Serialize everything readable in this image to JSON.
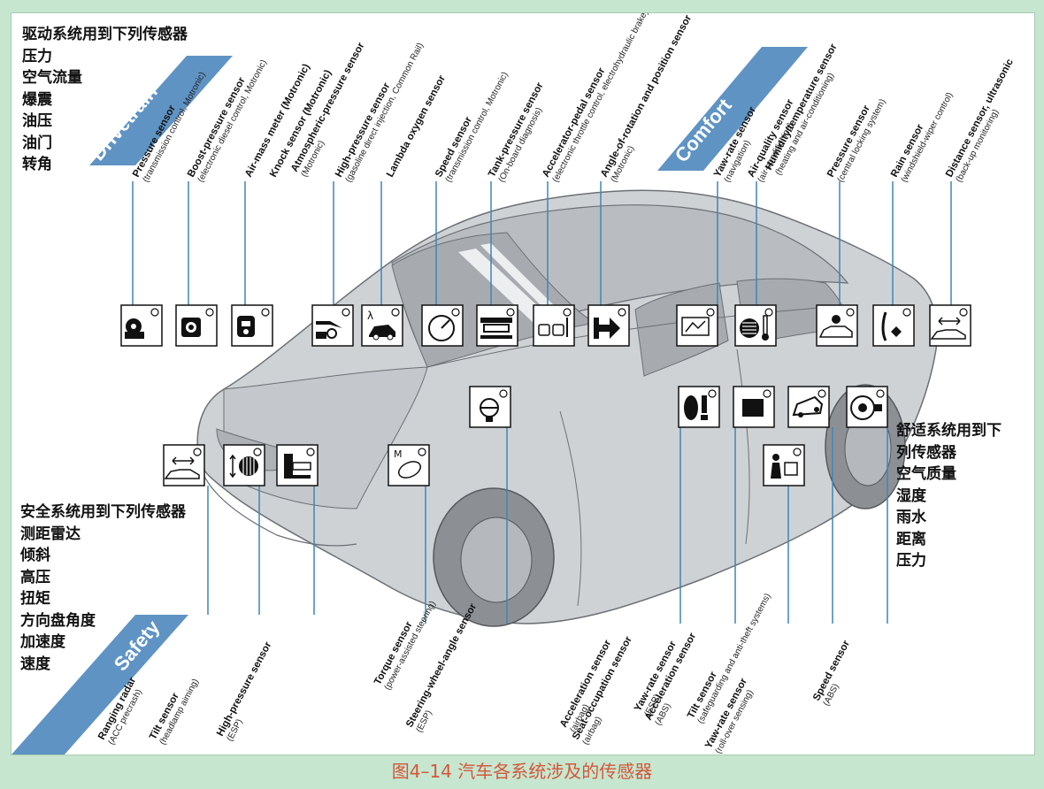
{
  "caption": "图4–14 汽车各系统涉及的传感器",
  "drivetrain": {
    "band_label": "Drivetrain",
    "list_title": "驱动系统用到下列传感器",
    "list_items": [
      "压力",
      "空气流量",
      "爆震",
      "油压",
      "油门",
      "转角"
    ],
    "sensors": [
      {
        "name": "Pressure sensor",
        "detail": "(transmission control, Motronic)",
        "icon": "gear-machinery-icon"
      },
      {
        "name": "Boost-pressure sensor",
        "detail": "(electronic diesel control, Motronic)",
        "icon": "engine-pressure-icon"
      },
      {
        "name": "Air-mass meter (Motronic)",
        "detail": "",
        "icon": "engine-airmass-icon"
      },
      {
        "name": "Knock sensor (Motronic)",
        "detail": "",
        "icon": "engine-knock-icon"
      },
      {
        "name": "Atmospheric-pressure sensor",
        "detail": "(Motronic)",
        "icon": "atmospheric-pressure-icon"
      },
      {
        "name": "High-pressure sensor",
        "detail": "(gasoline direct injection, Common Rail)",
        "icon": "fuel-injector-icon"
      },
      {
        "name": "Lambda oxygen sensor",
        "detail": "",
        "icon": "lambda-exhaust-icon"
      },
      {
        "name": "Speed sensor",
        "detail": "(transmission control, Motronic)",
        "icon": "speedometer-icon"
      },
      {
        "name": "Tank-pressure sensor",
        "detail": "(On-board diagnosis)",
        "icon": "fuel-tank-icon"
      },
      {
        "name": "Accelerator-pedal sensor",
        "detail": "(electronic throttle control, electrohydraulic brake)",
        "icon": "accelerator-pedal-icon"
      },
      {
        "name": "Angle-of-rotation and position sensor",
        "detail": "(Motronic)",
        "icon": "rotation-angle-icon"
      }
    ]
  },
  "comfort": {
    "band_label": "Comfort",
    "list_title_line1": "舒适系统用到下",
    "list_title_line2": "列传感器",
    "list_items": [
      "空气质量",
      "湿度",
      "雨水",
      "距离",
      "压力"
    ],
    "sensors": [
      {
        "name": "Yaw-rate sensor",
        "detail": "(navigation)",
        "icon": "navigation-icon"
      },
      {
        "name": "Air-quality sensor",
        "detail": "(air-conditioning)",
        "icon": "thermometer-icon"
      },
      {
        "name": "Humidity/temperature sensor",
        "detail": "(heating and air-conditioning)",
        "icon": "humidity-icon"
      },
      {
        "name": "Pressure sensor",
        "detail": "(central locking system)",
        "icon": "central-locking-icon"
      },
      {
        "name": "Rain sensor",
        "detail": "(windshield-wiper control)",
        "icon": "rain-icon"
      },
      {
        "name": "Distance sensor, ultrasonic",
        "detail": "(back-up monitoring)",
        "icon": "ultrasonic-distance-icon"
      }
    ]
  },
  "safety": {
    "band_label": "Safety",
    "list_title": "安全系统用到下列传感器",
    "list_items": [
      "测距雷达",
      "倾斜",
      "高压",
      "扭矩",
      "方向盘角度",
      "加速度",
      "速度"
    ],
    "sensors": [
      {
        "name": "Ranging radar",
        "detail": "(ACC precrash)",
        "icon": "ranging-radar-icon"
      },
      {
        "name": "Tilt sensor",
        "detail": "(headlamp aiming)",
        "icon": "headlamp-tilt-icon"
      },
      {
        "name": "High-pressure sensor",
        "detail": "(ESP)",
        "icon": "brake-pressure-icon"
      },
      {
        "name": "Torque sensor",
        "detail": "(power-assisted steering)",
        "icon": "torque-icon"
      },
      {
        "name": "Steering-wheel-angle sensor",
        "detail": "(ESP)",
        "icon": "steering-wheel-icon"
      },
      {
        "name": "Acceleration sensor",
        "detail": "(airbag)",
        "icon": "airbag-icon"
      },
      {
        "name": "Seat-occupation sensor",
        "detail": "(airbag)",
        "icon": "seat-occupation-icon"
      },
      {
        "name": "Yaw-rate sensor",
        "detail": "(ESP)",
        "icon": "yaw-rate-icon"
      },
      {
        "name": "Acceleration sensor",
        "detail": "(ABS)",
        "icon": "acceleration-icon"
      },
      {
        "name": "Tilt sensor",
        "detail": "(safeguarding and anti-theft systems)",
        "icon": "anti-theft-icon"
      },
      {
        "name": "Yaw-rate sensor",
        "detail": "(roll-over sensing)",
        "icon": "rollover-icon"
      },
      {
        "name": "Speed sensor",
        "detail": "(ABS)",
        "icon": "wheel-speed-icon"
      }
    ]
  },
  "colors": {
    "band": "#5f93c4",
    "leader": "#3f86b6",
    "car_fill": "#cfd2d5",
    "car_stroke": "#6c7075",
    "caption": "#d4573a",
    "background": "#c6e6cf"
  }
}
